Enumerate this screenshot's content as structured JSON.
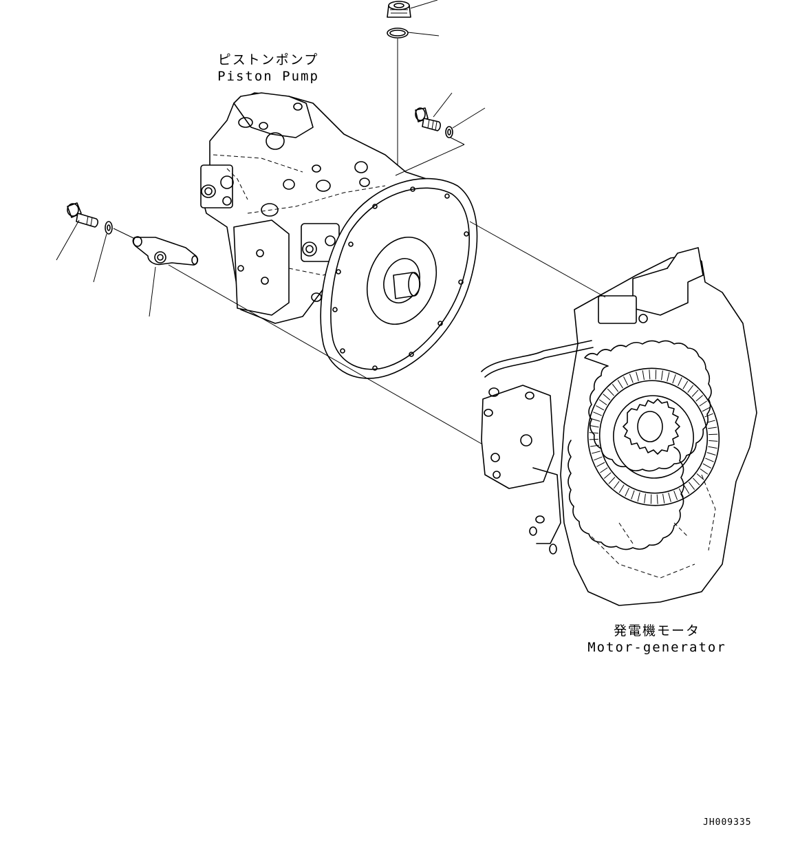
{
  "labels": {
    "piston_pump": {
      "jp": "ピストンポンプ",
      "en": "Piston Pump"
    },
    "motor_generator": {
      "jp": "発電機モータ",
      "en": "Motor-generator"
    }
  },
  "drawing_code": "JH009335",
  "colors": {
    "line": "#000000",
    "background": "#ffffff"
  }
}
